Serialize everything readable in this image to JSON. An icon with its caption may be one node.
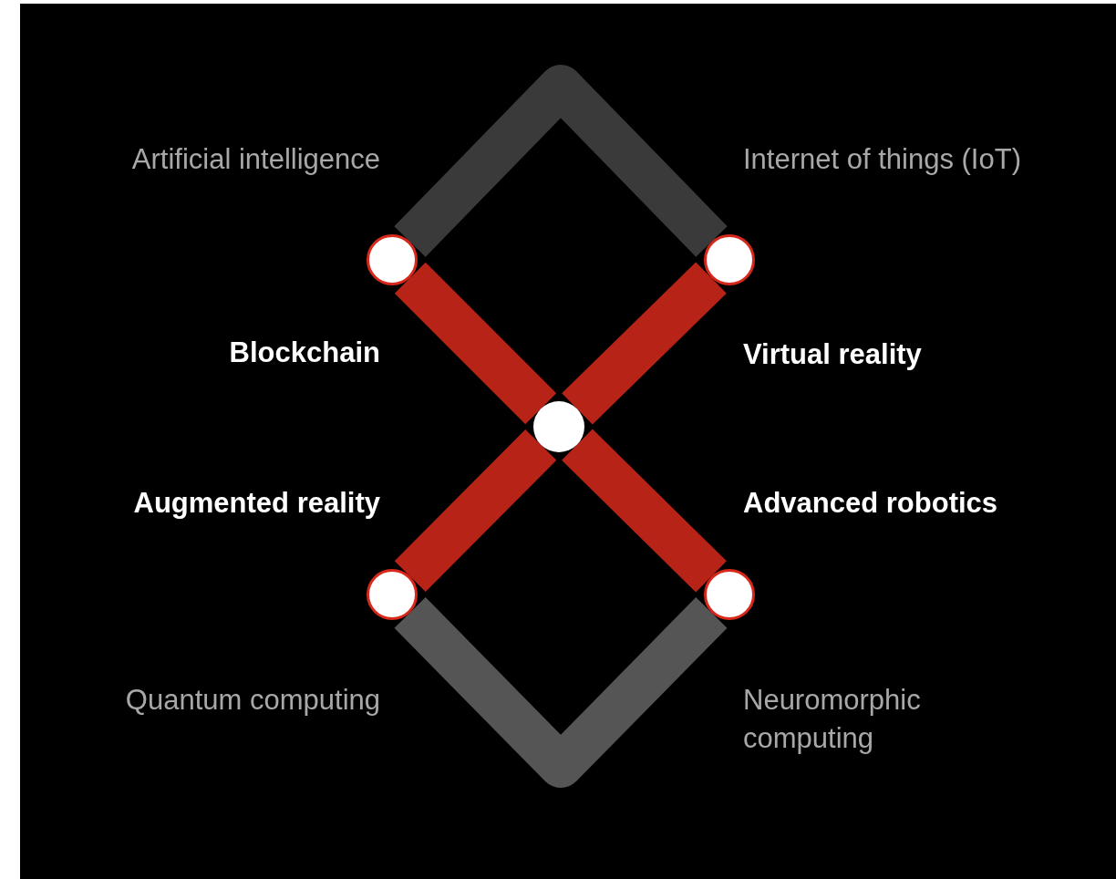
{
  "diagram": {
    "nodes": [
      {
        "text": [],
        "shape": "circle"
      },
      {
        "text": [],
        "shape": "circle"
      },
      {
        "text": [],
        "shape": "circle"
      },
      {
        "text": [],
        "shape": "circle"
      },
      {
        "text": [],
        "shape": "circle"
      }
    ],
    "edges": [
      {
        "from": 0,
        "to": 1,
        "arrow": "none",
        "color": "#3a3a3a"
      },
      {
        "from": 0,
        "to": 2,
        "arrow": "none"
      },
      {
        "from": 2,
        "to": 4,
        "arrow": "none"
      },
      {
        "from": 1,
        "to": 2,
        "arrow": "none"
      },
      {
        "from": 2,
        "to": 3,
        "arrow": "none"
      },
      {
        "from": 3,
        "to": 4,
        "arrow": "none",
        "color": "#555555"
      }
    ],
    "labels": [
      "Artificial intelligence",
      "Internet of things (IoT)",
      "Blockchain",
      "Virtual reality",
      "Augmented reality",
      "Advanced robotics",
      "Quantum computing",
      "Neuromorphic computing"
    ]
  }
}
